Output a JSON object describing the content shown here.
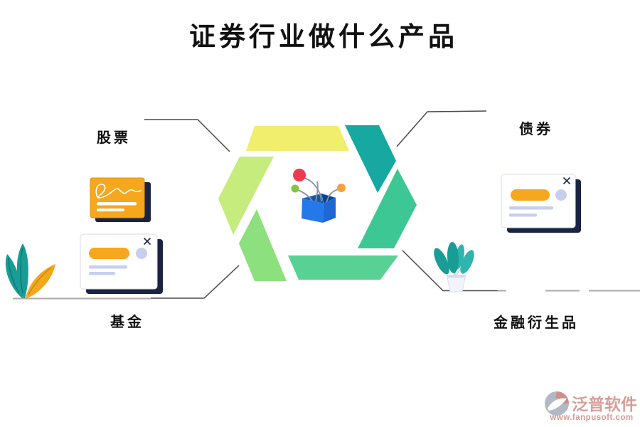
{
  "title": "证券行业做什么产品",
  "labels": {
    "stocks": "股票",
    "bonds": "债券",
    "funds": "基金",
    "derivatives": "金融衍生品"
  },
  "watermark": {
    "brand": "泛普软件",
    "url": "www.fanpusoft.com"
  },
  "colors": {
    "text_black": "#111111",
    "hex_top": "#f2ee6d",
    "hex_top_right": "#17a8a1",
    "hex_right": "#3cc795",
    "hex_bottom": "#57d294",
    "hex_bottom_left": "#8ce07d",
    "hex_left": "#c6ec7e",
    "box_front_left": "#2478e8",
    "box_front_right": "#1d68d2",
    "box_inner_left": "#1256a8",
    "box_inner_right": "#0c3f85",
    "box_rim": "#4d96ee",
    "ball_red": "#ee3b4e",
    "ball_green": "#84c440",
    "ball_orange": "#f6a13a",
    "wire_gray": "#8b8fa0",
    "card_orange": "#f6a71e",
    "card_white": "#ffffff",
    "card_shadow": "#1b2342",
    "card_lavender": "#c7cfed",
    "card_border": "#d8dbe8",
    "line_dark": "#4a4a4a",
    "line_light": "#a9a9a9",
    "plant_teal": "#189c95",
    "plant_teal_light": "#2fb5ad",
    "plant_vein": "#0c6b66",
    "plant_orange": "#f3a71c",
    "plant_orange_vein": "#c07d0a",
    "pot_fill": "#f3f4fb",
    "pot_stroke": "#d9dcea",
    "stem_light": "#cfd4e6",
    "watermark_salmon": "#c87b72",
    "watermark_gray": "#8d98ad"
  }
}
